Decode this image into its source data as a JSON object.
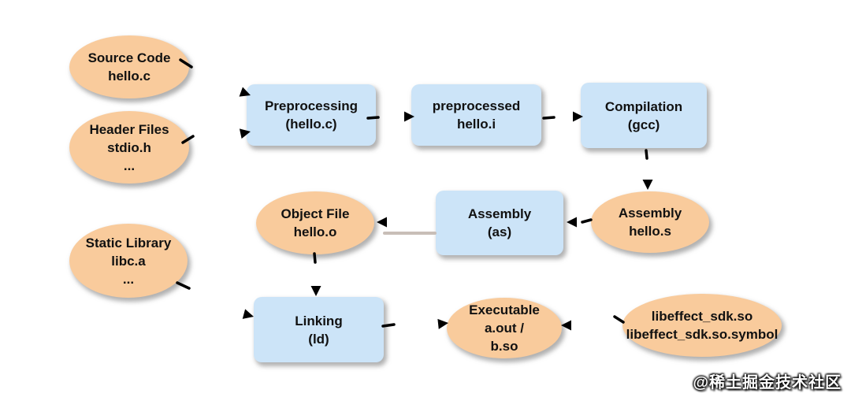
{
  "diagram": {
    "nodes": {
      "source_code": {
        "lines": [
          "Source Code",
          "hello.c"
        ]
      },
      "header_files": {
        "lines": [
          "Header Files",
          "stdio.h",
          "..."
        ]
      },
      "static_library": {
        "lines": [
          "Static Library",
          "libc.a",
          "..."
        ]
      },
      "preprocessing": {
        "lines": [
          "Preprocessing",
          "(hello.c)"
        ]
      },
      "preprocessed": {
        "lines": [
          "preprocessed",
          "hello.i"
        ]
      },
      "compilation": {
        "lines": [
          "Compilation",
          "(gcc)"
        ]
      },
      "object_file": {
        "lines": [
          "Object File",
          "hello.o"
        ]
      },
      "assembler": {
        "lines": [
          "Assembly",
          "(as)"
        ]
      },
      "assembly_file": {
        "lines": [
          "Assembly",
          "hello.s"
        ]
      },
      "linking": {
        "lines": [
          "Linking",
          "(ld)"
        ]
      },
      "executable": {
        "lines": [
          "Executable",
          "a.out /",
          "b.so"
        ]
      },
      "shared_library": {
        "lines": [
          "libeffect_sdk.so",
          "libeffect_sdk.so.symbol"
        ]
      }
    },
    "colors": {
      "ellipse_fill": "#F9CB9C",
      "box_fill": "#CCE4F8",
      "text": "#111111",
      "arrow": "#000000",
      "shadow_line": "#C8BEB7"
    },
    "watermark": "@稀土掘金技术社区"
  }
}
